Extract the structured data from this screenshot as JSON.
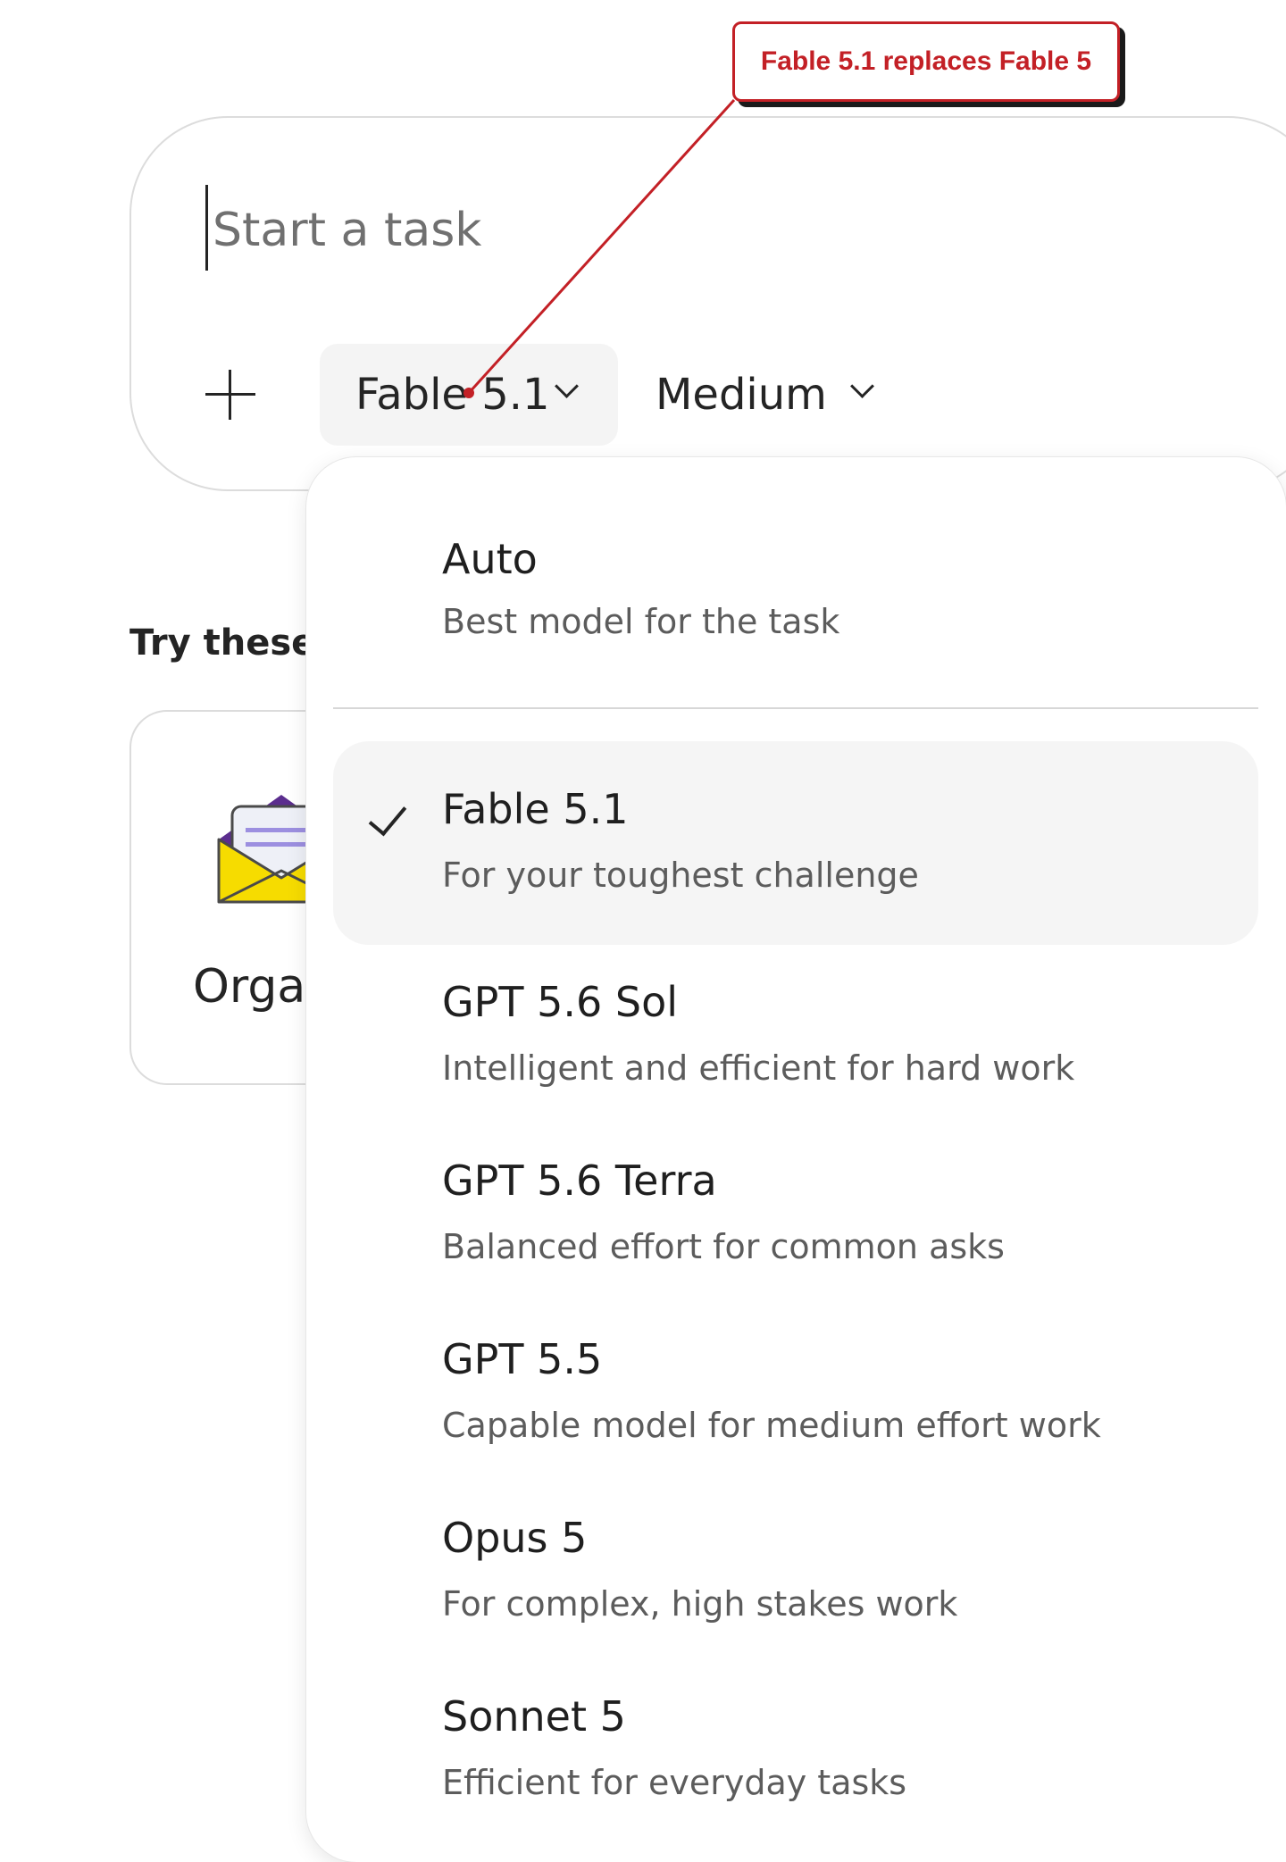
{
  "annotation": {
    "text": "Fable 5.1 replaces Fable 5",
    "color": "#c32026"
  },
  "composer": {
    "placeholder": "Start a task",
    "model_selector_label": "Fable 5.1",
    "effort_selector_label": "Medium",
    "add_icon": "plus-icon"
  },
  "suggestions": {
    "heading": "Try these",
    "cards": [
      {
        "icon": "envelope-icon",
        "label": "Orga"
      }
    ]
  },
  "model_menu": {
    "selected": "Fable 5.1",
    "items": [
      {
        "title": "Auto",
        "description": "Best model for the task"
      },
      {
        "title": "Fable 5.1",
        "description": "For your toughest challenge"
      },
      {
        "title": "GPT 5.6 Sol",
        "description": "Intelligent and efficient for hard work"
      },
      {
        "title": "GPT 5.6 Terra",
        "description": "Balanced effort for common asks"
      },
      {
        "title": "GPT 5.5",
        "description": "Capable model for medium effort work"
      },
      {
        "title": "Opus 5",
        "description": "For complex, high stakes work"
      },
      {
        "title": "Sonnet 5",
        "description": "Efficient for everyday tasks"
      }
    ]
  }
}
